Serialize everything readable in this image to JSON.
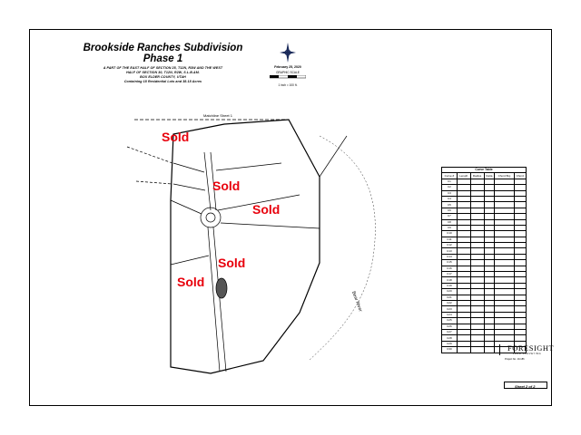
{
  "title_block": {
    "title_line1": "Brookside Ranches Subdivision",
    "title_line2": "Phase 1",
    "description_lines": [
      "A PART OF THE EAST HALF OF SECTION 25, T12N, R3W AND THE WEST",
      "HALF OF SECTION 30, T12N, R2W, S.L.B.&M.",
      "BOX ELDER COUNTY, UTAH",
      "Containing 18 Residential Lots and 38.18 Acres"
    ]
  },
  "north_arrow": {
    "icon": "north-arrow-icon"
  },
  "drawing_info": {
    "date": "February 25, 2020",
    "scale_title": "GRAPHIC SCALE",
    "scale_text": "1 inch = 100 ft."
  },
  "plat": {
    "matchline": "Matchline Sheet 1",
    "river_label": "Bear River",
    "sold_marks": [
      {
        "label": "Sold"
      },
      {
        "label": "Sold"
      },
      {
        "label": "Sold"
      },
      {
        "label": "Sold"
      },
      {
        "label": "Sold"
      }
    ]
  },
  "curve_table": {
    "title": "Curve Table",
    "headers": [
      "Curve #",
      "Length",
      "Radius",
      "Delta",
      "Chord Brg",
      "Chord"
    ],
    "rows": [
      [
        "C1",
        "",
        "",
        "",
        "",
        ""
      ],
      [
        "C2",
        "",
        "",
        "",
        "",
        ""
      ],
      [
        "C3",
        "",
        "",
        "",
        "",
        ""
      ],
      [
        "C4",
        "",
        "",
        "",
        "",
        ""
      ],
      [
        "C5",
        "",
        "",
        "",
        "",
        ""
      ],
      [
        "C6",
        "",
        "",
        "",
        "",
        ""
      ],
      [
        "C7",
        "",
        "",
        "",
        "",
        ""
      ],
      [
        "C8",
        "",
        "",
        "",
        "",
        ""
      ],
      [
        "C9",
        "",
        "",
        "",
        "",
        ""
      ],
      [
        "C10",
        "",
        "",
        "",
        "",
        ""
      ],
      [
        "C11",
        "",
        "",
        "",
        "",
        ""
      ],
      [
        "C12",
        "",
        "",
        "",
        "",
        ""
      ],
      [
        "C13",
        "",
        "",
        "",
        "",
        ""
      ],
      [
        "C14",
        "",
        "",
        "",
        "",
        ""
      ],
      [
        "C15",
        "",
        "",
        "",
        "",
        ""
      ],
      [
        "C16",
        "",
        "",
        "",
        "",
        ""
      ],
      [
        "C17",
        "",
        "",
        "",
        "",
        ""
      ],
      [
        "C18",
        "",
        "",
        "",
        "",
        ""
      ],
      [
        "C19",
        "",
        "",
        "",
        "",
        ""
      ],
      [
        "C20",
        "",
        "",
        "",
        "",
        ""
      ],
      [
        "C21",
        "",
        "",
        "",
        "",
        ""
      ],
      [
        "C22",
        "",
        "",
        "",
        "",
        ""
      ],
      [
        "C23",
        "",
        "",
        "",
        "",
        ""
      ],
      [
        "C24",
        "",
        "",
        "",
        "",
        ""
      ],
      [
        "C25",
        "",
        "",
        "",
        "",
        ""
      ],
      [
        "C26",
        "",
        "",
        "",
        "",
        ""
      ],
      [
        "C27",
        "",
        "",
        "",
        "",
        ""
      ],
      [
        "C28",
        "",
        "",
        "",
        "",
        ""
      ],
      [
        "C29",
        "",
        "",
        "",
        "",
        ""
      ],
      [
        "C30",
        "",
        "",
        "",
        "",
        ""
      ]
    ]
  },
  "firm": {
    "name": "FORESIGHT",
    "tagline": "LAND SURVEYING",
    "project_number": "Project No. 19-186",
    "sheet_label": "Sheet 2 of 2"
  }
}
